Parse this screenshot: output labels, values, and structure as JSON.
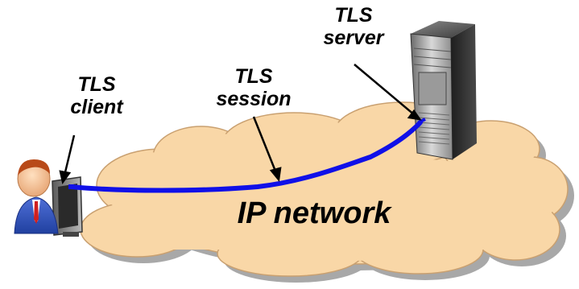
{
  "labels": {
    "server_line1": "TLS",
    "server_line2": "server",
    "session_line1": "TLS",
    "session_line2": "session",
    "client_line1": "TLS",
    "client_line2": "client",
    "network": "IP network"
  },
  "colors": {
    "cloud_fill": "#f9d7a7",
    "cloud_shadow": "#a8a8a8",
    "session_line": "#1010e8",
    "arrow": "#000000",
    "server_body": "#3a3a3a"
  },
  "icons": {
    "user": "user-person-icon",
    "monitor": "computer-monitor-icon",
    "server": "server-tower-icon"
  }
}
